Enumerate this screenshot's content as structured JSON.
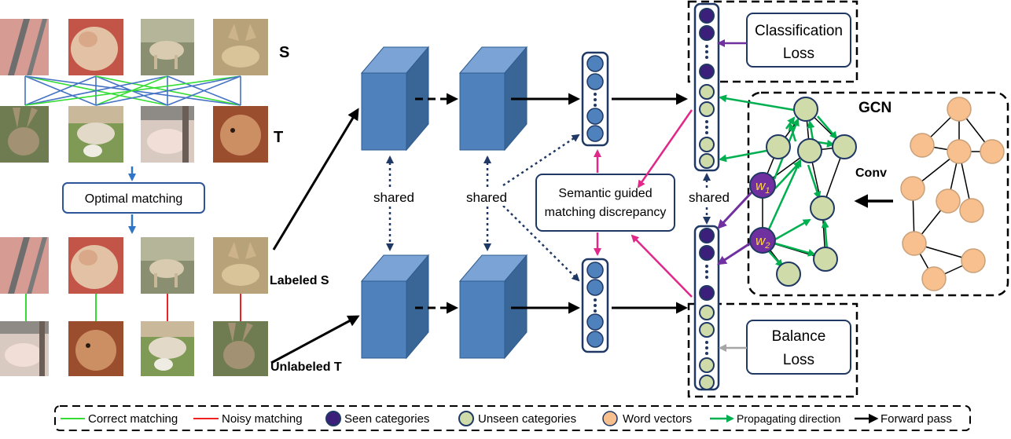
{
  "labels": {
    "s": "S",
    "t": "T",
    "labeled_s": "Labeled S",
    "unlabeled_t": "Unlabeled T",
    "optimal_matching": "Optimal  matching",
    "shared_1": "shared",
    "shared_2": "shared",
    "shared_3": "shared",
    "semantic_line1": "Semantic guided",
    "semantic_line2": "matching discrepancy",
    "classification_line1": "Classification",
    "classification_line2": "Loss",
    "balance_line1": "Balance",
    "balance_line2": "Loss",
    "gcn": "GCN",
    "conv": "Conv",
    "w1": "w",
    "w1_sub": "1",
    "w2": "w",
    "w2_sub": "2"
  },
  "legend": {
    "correct": "Correct matching",
    "noisy": "Noisy matching",
    "seen": "Seen categories",
    "unseen": "Unseen categories",
    "word": "Word vectors",
    "propagating": "Propagating direction",
    "forward": "Forward pass"
  },
  "colors": {
    "cube_front": "#4f81bd",
    "cube_top": "#7ba3d6",
    "cube_side": "#3a6697",
    "node_blue": "#4f81bd",
    "seen": "#3b1f7a",
    "unseen": "#cfdcaa",
    "word": "#f8c08e",
    "correct": "#33dd33",
    "noisy": "#ee2222",
    "pink": "#e0288a",
    "purple": "#7030a0",
    "green": "#00b050",
    "match_blue": "#4472c4",
    "dark_blue": "#1f3864"
  },
  "images": {
    "row_s": [
      "pig-photo",
      "hamster-photo",
      "cow-photo",
      "fox-photo"
    ],
    "row_t": [
      "rabbit-photo",
      "cattle-photo",
      "pig-photo",
      "hamster-photo"
    ],
    "row_labeled_s": [
      "pig-photo",
      "hamster-photo",
      "cow-photo",
      "fox-photo"
    ],
    "row_unlabeled_t": [
      "pig-photo",
      "hamster-photo",
      "cattle-photo",
      "rabbit-photo"
    ]
  }
}
